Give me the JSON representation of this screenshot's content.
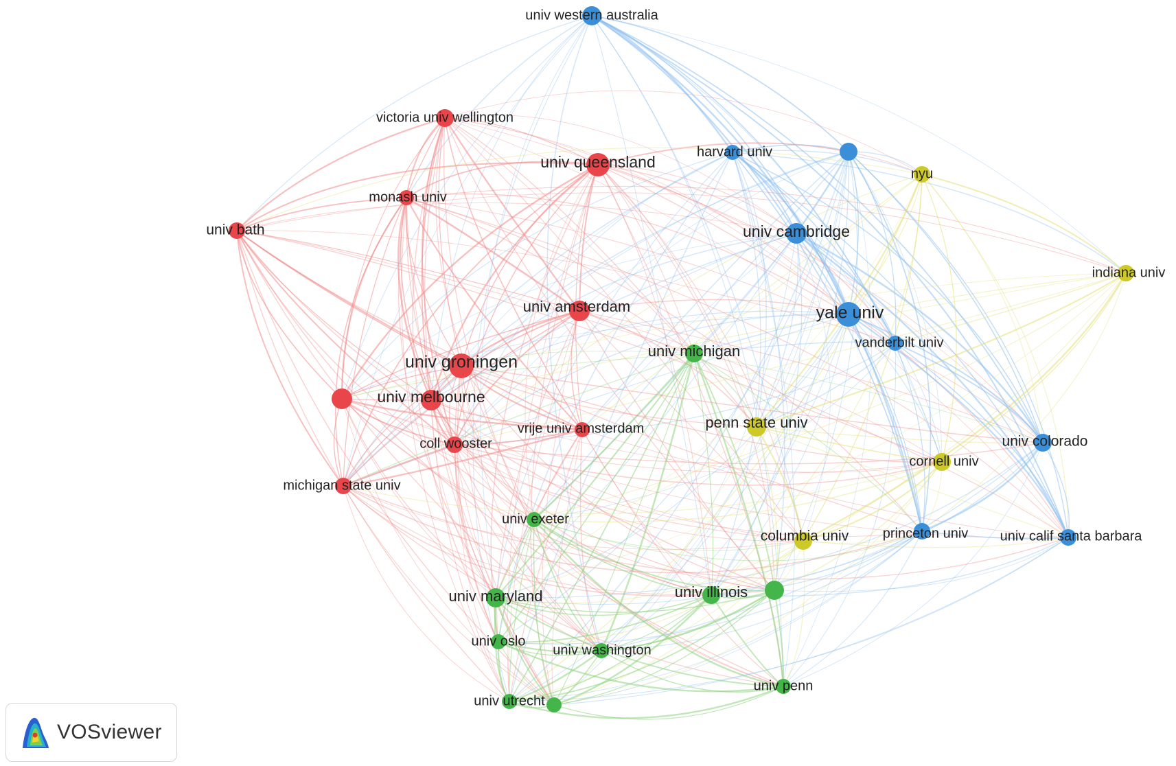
{
  "branding": {
    "logo_text": "VOSviewer"
  },
  "colors": {
    "red": "#e8464b",
    "green": "#44b549",
    "blue": "#3b8fd9",
    "yellow": "#cdc928",
    "link_red": "#f08a8a",
    "link_green": "#8fd47f",
    "link_blue": "#8ec0ee",
    "link_yellow": "#e3e07a"
  },
  "nodes": [
    {
      "id": "uwa",
      "label": "univ western australia",
      "cluster": "blue"
    },
    {
      "id": "vuw",
      "label": "victoria univ wellington",
      "cluster": "red"
    },
    {
      "id": "uq",
      "label": "univ queensland",
      "cluster": "red"
    },
    {
      "id": "harv",
      "label": "harvard univ",
      "cluster": "blue"
    },
    {
      "id": "blue_unl",
      "label": "",
      "cluster": "blue"
    },
    {
      "id": "nyu",
      "label": "nyu",
      "cluster": "yellow"
    },
    {
      "id": "monash",
      "label": "monash univ",
      "cluster": "red"
    },
    {
      "id": "bath",
      "label": "univ bath",
      "cluster": "red"
    },
    {
      "id": "camb",
      "label": "univ cambridge",
      "cluster": "blue"
    },
    {
      "id": "indiana",
      "label": "indiana univ",
      "cluster": "yellow"
    },
    {
      "id": "uva",
      "label": "univ amsterdam",
      "cluster": "red"
    },
    {
      "id": "yale",
      "label": "yale univ",
      "cluster": "blue"
    },
    {
      "id": "vand",
      "label": "vanderbilt univ",
      "cluster": "blue"
    },
    {
      "id": "umich",
      "label": "univ michigan",
      "cluster": "green"
    },
    {
      "id": "rug",
      "label": "univ groningen",
      "cluster": "red"
    },
    {
      "id": "red_unl",
      "label": "",
      "cluster": "red"
    },
    {
      "id": "melb",
      "label": "univ melbourne",
      "cluster": "red"
    },
    {
      "id": "psu",
      "label": "penn state univ",
      "cluster": "yellow"
    },
    {
      "id": "vu",
      "label": "vrije univ amsterdam",
      "cluster": "red"
    },
    {
      "id": "wooster",
      "label": "coll wooster",
      "cluster": "red"
    },
    {
      "id": "colo",
      "label": "univ colorado",
      "cluster": "blue"
    },
    {
      "id": "cornell",
      "label": "cornell univ",
      "cluster": "yellow"
    },
    {
      "id": "msu",
      "label": "michigan state univ",
      "cluster": "red"
    },
    {
      "id": "exeter",
      "label": "univ exeter",
      "cluster": "green"
    },
    {
      "id": "columbia",
      "label": "columbia univ",
      "cluster": "yellow"
    },
    {
      "id": "princeton",
      "label": "princeton univ",
      "cluster": "blue"
    },
    {
      "id": "ucsb",
      "label": "univ calif santa barbara",
      "cluster": "blue"
    },
    {
      "id": "maryland",
      "label": "univ maryland",
      "cluster": "green"
    },
    {
      "id": "illinois",
      "label": "univ illinois",
      "cluster": "green"
    },
    {
      "id": "green_unl",
      "label": "",
      "cluster": "green"
    },
    {
      "id": "oslo",
      "label": "univ oslo",
      "cluster": "green"
    },
    {
      "id": "uw",
      "label": "univ washington",
      "cluster": "green"
    },
    {
      "id": "upenn",
      "label": "univ penn",
      "cluster": "green"
    },
    {
      "id": "utrecht",
      "label": "univ utrecht",
      "cluster": "green"
    },
    {
      "id": "green_unl2",
      "label": "",
      "cluster": "green"
    }
  ]
}
